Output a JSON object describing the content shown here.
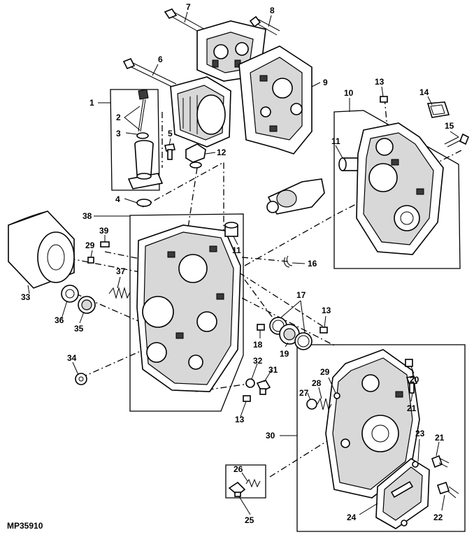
{
  "figure_id": "MP35910",
  "callouts": [
    "1",
    "2",
    "3",
    "4",
    "5",
    "6",
    "7",
    "8",
    "9",
    "10",
    "11",
    "12",
    "13",
    "14",
    "15",
    "16",
    "17",
    "18",
    "19",
    "20",
    "21",
    "22",
    "23",
    "24",
    "25",
    "26",
    "27",
    "28",
    "29",
    "30",
    "31",
    "32",
    "33",
    "34",
    "35",
    "36",
    "37",
    "38",
    "39"
  ],
  "colors": {
    "line": "#000000",
    "background": "#ffffff",
    "shade": "#d8d8d8"
  }
}
